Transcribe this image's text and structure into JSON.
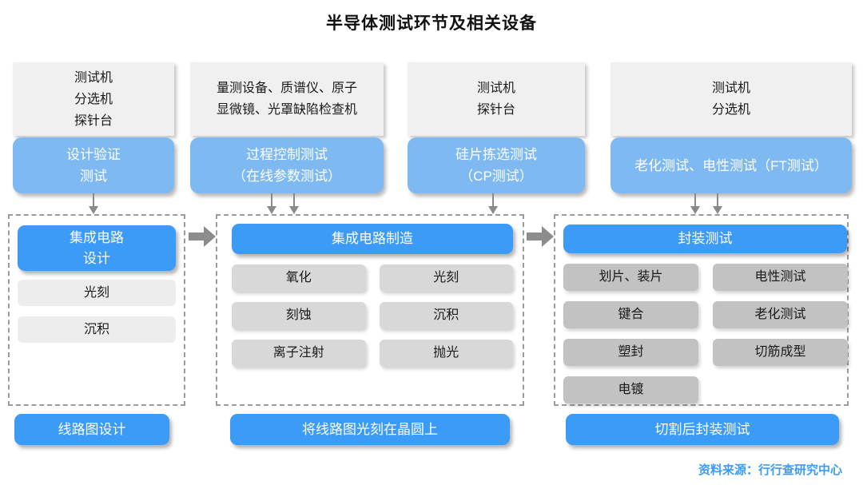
{
  "title": "半导体测试环节及相关设备",
  "source": "资料来源：行行查研究中心",
  "columns": [
    {
      "equipment_lines": [
        "测试机",
        "分选机",
        "探针台"
      ],
      "test_lines": [
        "设计验证",
        "测试"
      ]
    },
    {
      "equipment_lines": [
        "量测设备、质谱仪、原子",
        "显微镜、光罩缺陷检查机"
      ],
      "test_lines": [
        "过程控制测试",
        "（在线参数测试）"
      ]
    },
    {
      "equipment_lines": [
        "测试机",
        "探针台"
      ],
      "test_lines": [
        "硅片拣选测试",
        "（CP测试）"
      ]
    },
    {
      "equipment_lines": [
        "测试机",
        "分选机"
      ],
      "test_lines": [
        "老化测试、电性测试（FT测试）"
      ]
    }
  ],
  "sections": [
    {
      "header_lines": [
        "集成电路",
        "设计"
      ],
      "items": [
        "光刻",
        "沉积"
      ],
      "footer": "线路图设计"
    },
    {
      "header_lines": [
        "集成电路制造"
      ],
      "items": [
        "氧化",
        "光刻",
        "刻蚀",
        "沉积",
        "离子注射",
        "抛光"
      ],
      "footer": "将线路图光刻在晶圆上"
    },
    {
      "header_lines": [
        "封装测试"
      ],
      "items": [
        "划片、装片",
        "电性测试",
        "键合",
        "老化测试",
        "塑封",
        "切筋成型",
        "电镀"
      ],
      "footer": "切割后封装测试"
    }
  ],
  "colors": {
    "bright_blue": "#3D9BF8",
    "light_blue": "#7FB9F1",
    "panel_gray": "#F0F0F0",
    "item_gray_light": "#EDEDEE",
    "item_gray_mid": "#D8D8D8",
    "item_gray_dark": "#C2C2C2",
    "arrow_gray": "#8C8C8C",
    "dashed_border": "#9B9B9B",
    "source_text": "#3D9BF8"
  }
}
